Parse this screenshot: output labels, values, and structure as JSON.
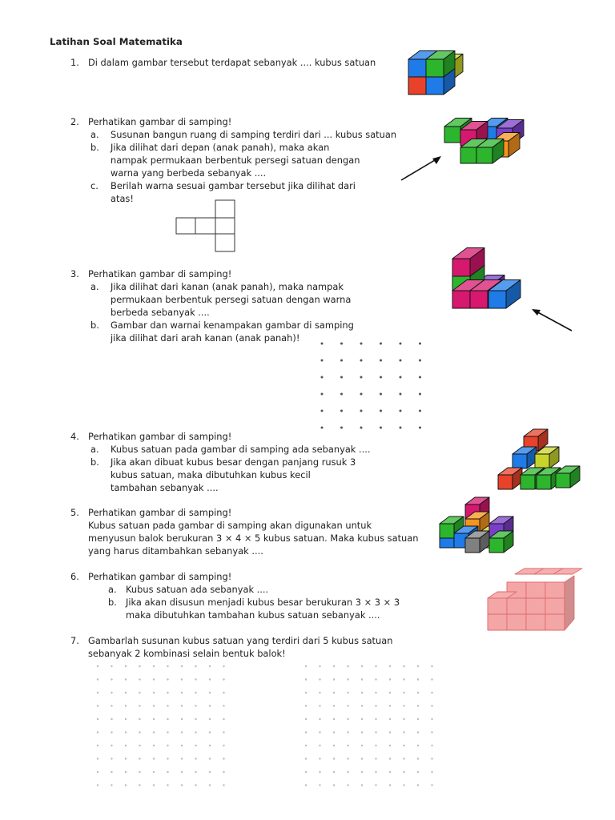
{
  "title": "Latihan Soal Matematika",
  "q1": {
    "num": "1.",
    "text": "Di dalam gambar tersebut terdapat sebanyak   ....  kubus satuan"
  },
  "q2": {
    "num": "2.",
    "text": "Perhatikan gambar di samping!",
    "a_mark": "a.",
    "a": "Susunan bangun ruang di samping terdiri dari ... kubus satuan",
    "b_mark": "b.",
    "b1": "Jika dilihat dari depan (anak panah), maka akan",
    "b2": "nampak permukaan berbentuk persegi satuan dengan",
    "b3": "warna yang berbeda sebanyak ....",
    "c_mark": "c.",
    "c1": "Berilah warna sesuai gambar tersebut jika dilihat dari",
    "c2": "atas!"
  },
  "q3": {
    "num": "3.",
    "text": "Perhatikan gambar di samping!",
    "a_mark": "a.",
    "a1": "Jika dilihat dari kanan (anak panah), maka nampak",
    "a2": "permukaan berbentuk persegi satuan dengan warna",
    "a3": "berbeda sebanyak ....",
    "b_mark": "b.",
    "b1": "Gambar dan warnai kenampakan gambar di samping",
    "b2": "jika dilihat dari arah kanan (anak panah)!"
  },
  "q4": {
    "num": "4.",
    "text": "Perhatikan gambar di samping!",
    "a_mark": "a.",
    "a": "Kubus satuan pada gambar di samping ada sebanyak ....",
    "b_mark": "b.",
    "b1": "Jika akan dibuat kubus besar dengan panjang rusuk 3",
    "b2": "kubus satuan, maka dibutuhkan kubus kecil",
    "b3": "tambahan sebanyak ...."
  },
  "q5": {
    "num": "5.",
    "text": "Perhatikan gambar di samping!",
    "l1": "Kubus satuan pada gambar di samping akan digunakan untuk",
    "l2": "menyusun balok berukuran 3 × 4 × 5 kubus satuan. Maka kubus satuan",
    "l3": "yang harus ditambahkan sebanyak ...."
  },
  "q6": {
    "num": "6.",
    "text": "Perhatikan gambar di samping!",
    "a_mark": "a.",
    "a": "Kubus satuan ada sebanyak ....",
    "b_mark": "b.",
    "b1": "Jika akan disusun menjadi kubus besar berukuran 3 × 3 × 3",
    "b2": "maka dibutuhkan tambahan kubus satuan sebanyak ...."
  },
  "q7": {
    "num": "7.",
    "l1": "Gambarlah susunan kubus satuan yang terdiri dari 5 kubus satuan",
    "l2": "sebanyak 2 kombinasi selain bentuk balok!"
  },
  "colors": {
    "green": "#2db52d",
    "magenta": "#d6186e",
    "blue": "#1e7be8",
    "orange": "#f7941d",
    "purple": "#7a3fc9",
    "red": "#e8432a",
    "yellow": "#c8d42a",
    "gray": "#808080",
    "pink": "#f4a6a6",
    "pink_edge": "#e06a6a"
  }
}
